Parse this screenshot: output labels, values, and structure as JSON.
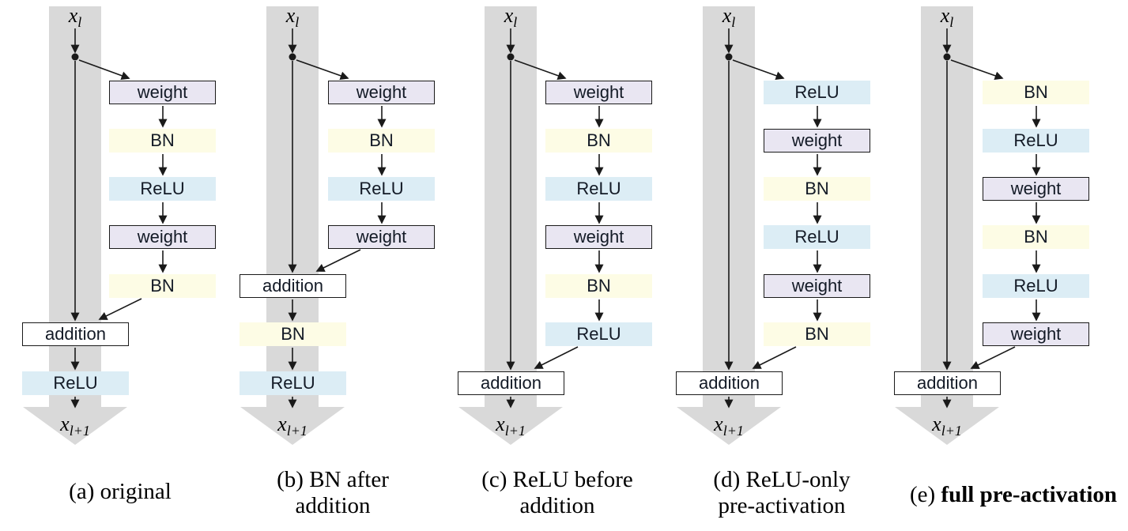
{
  "figure": {
    "box_colors": {
      "weight": "#e9e6f2",
      "bn": "#fdfce5",
      "relu": "#dcedf5",
      "addition": "#ffffff",
      "band": "#d9d9d9",
      "line": "#1a1a1a"
    },
    "columns": [
      {
        "id": "a",
        "top_label": {
          "base": "x",
          "sub": "l"
        },
        "bottom_label": {
          "base": "x",
          "sub": "l+1"
        },
        "side_chain": [
          {
            "type": "weight",
            "label": "weight"
          },
          {
            "type": "bn",
            "label": "BN"
          },
          {
            "type": "relu",
            "label": "ReLU"
          },
          {
            "type": "weight",
            "label": "weight"
          },
          {
            "type": "bn",
            "label": "BN"
          }
        ],
        "band_chain": [
          {
            "type": "addition",
            "label": "addition"
          },
          {
            "type": "relu",
            "label": "ReLU"
          }
        ],
        "caption": [
          [
            {
              "t": "(a) original",
              "b": false
            }
          ]
        ]
      },
      {
        "id": "b",
        "top_label": {
          "base": "x",
          "sub": "l"
        },
        "bottom_label": {
          "base": "x",
          "sub": "l+1"
        },
        "side_chain": [
          {
            "type": "weight",
            "label": "weight"
          },
          {
            "type": "bn",
            "label": "BN"
          },
          {
            "type": "relu",
            "label": "ReLU"
          },
          {
            "type": "weight",
            "label": "weight"
          }
        ],
        "band_chain": [
          {
            "type": "addition",
            "label": "addition"
          },
          {
            "type": "bn",
            "label": "BN"
          },
          {
            "type": "relu",
            "label": "ReLU"
          }
        ],
        "caption": [
          [
            {
              "t": "(b) BN after",
              "b": false
            }
          ],
          [
            {
              "t": "addition",
              "b": false
            }
          ]
        ]
      },
      {
        "id": "c",
        "top_label": {
          "base": "x",
          "sub": "l"
        },
        "bottom_label": {
          "base": "x",
          "sub": "l+1"
        },
        "side_chain": [
          {
            "type": "weight",
            "label": "weight"
          },
          {
            "type": "bn",
            "label": "BN"
          },
          {
            "type": "relu",
            "label": "ReLU"
          },
          {
            "type": "weight",
            "label": "weight"
          },
          {
            "type": "bn",
            "label": "BN"
          },
          {
            "type": "relu",
            "label": "ReLU"
          }
        ],
        "band_chain": [
          {
            "type": "addition",
            "label": "addition"
          }
        ],
        "caption": [
          [
            {
              "t": "(c) ReLU before",
              "b": false
            }
          ],
          [
            {
              "t": "addition",
              "b": false
            }
          ]
        ]
      },
      {
        "id": "d",
        "top_label": {
          "base": "x",
          "sub": "l"
        },
        "bottom_label": {
          "base": "x",
          "sub": "l+1"
        },
        "side_chain": [
          {
            "type": "relu",
            "label": "ReLU"
          },
          {
            "type": "weight",
            "label": "weight"
          },
          {
            "type": "bn",
            "label": "BN"
          },
          {
            "type": "relu",
            "label": "ReLU"
          },
          {
            "type": "weight",
            "label": "weight"
          },
          {
            "type": "bn",
            "label": "BN"
          }
        ],
        "band_chain": [
          {
            "type": "addition",
            "label": "addition"
          }
        ],
        "caption": [
          [
            {
              "t": "(d) ReLU-only",
              "b": false
            }
          ],
          [
            {
              "t": "pre-activation",
              "b": false
            }
          ]
        ]
      },
      {
        "id": "e",
        "top_label": {
          "base": "x",
          "sub": "l"
        },
        "bottom_label": {
          "base": "x",
          "sub": "l+1"
        },
        "side_chain": [
          {
            "type": "bn",
            "label": "BN"
          },
          {
            "type": "relu",
            "label": "ReLU"
          },
          {
            "type": "weight",
            "label": "weight"
          },
          {
            "type": "bn",
            "label": "BN"
          },
          {
            "type": "relu",
            "label": "ReLU"
          },
          {
            "type": "weight",
            "label": "weight"
          }
        ],
        "band_chain": [
          {
            "type": "addition",
            "label": "addition"
          }
        ],
        "caption": [
          [
            {
              "t": "(e) ",
              "b": false
            },
            {
              "t": "full pre-activation",
              "b": true
            }
          ]
        ]
      }
    ]
  }
}
